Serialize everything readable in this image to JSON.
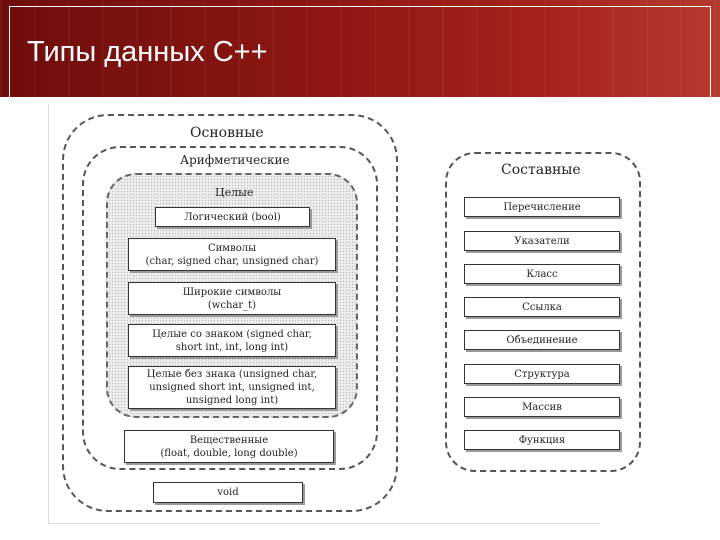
{
  "slide": {
    "title": "Типы данных С++"
  },
  "diagram": {
    "basic": {
      "label": "Основные",
      "arithmetic": {
        "label": "Арифметические",
        "integer": {
          "label": "Целые",
          "items": [
            [
              "Логический (bool)"
            ],
            [
              "Символы",
              "(char, signed char, unsigned char)"
            ],
            [
              "Широкие символы",
              "(wchar_t)"
            ],
            [
              "Целые со знаком (signed char,",
              "short int, int, long int)"
            ],
            [
              "Целые без знака (unsigned char,",
              "unsigned short int, unsigned int,",
              "unsigned long int)"
            ]
          ]
        },
        "real": [
          "Вещественные",
          "(float, double, long double)"
        ]
      },
      "void": "void"
    },
    "compound": {
      "label": "Составные",
      "items": [
        "Перечисление",
        "Указатели",
        "Класс",
        "Ссылка",
        "Объединение",
        "Структура",
        "Массив",
        "Функция"
      ]
    }
  }
}
